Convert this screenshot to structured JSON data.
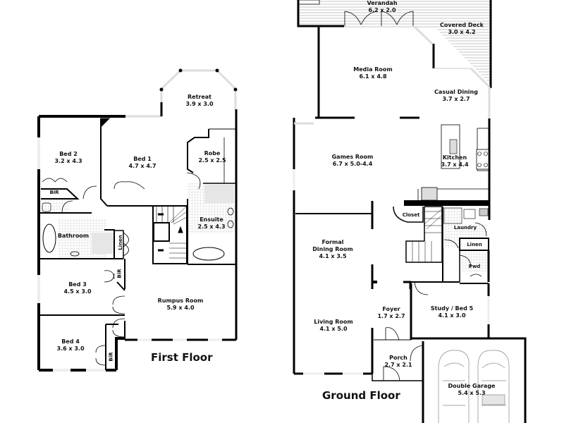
{
  "floors": [
    {
      "title": "First Floor",
      "rooms": [
        {
          "name": "Retreat",
          "dims": "3.9 x 3.0"
        },
        {
          "name": "Bed 2",
          "dims": "3.2 x 4.3"
        },
        {
          "name": "Bed 1",
          "dims": "4.7 x 4.7"
        },
        {
          "name": "Robe",
          "dims": "2.5 x 2.5"
        },
        {
          "name": "Ensuite",
          "dims": "2.5 x 4.3"
        },
        {
          "name": "Bathroom",
          "dims": ""
        },
        {
          "name": "Bed 3",
          "dims": "4.5 x 3.0"
        },
        {
          "name": "Rumpus Room",
          "dims": "5.9 x 4.0"
        },
        {
          "name": "Bed 4",
          "dims": "3.6 x 3.0"
        }
      ],
      "small_labels": [
        "BiR",
        "Linen",
        "BiR",
        "BiR"
      ]
    },
    {
      "title": "Ground Floor",
      "rooms": [
        {
          "name": "Verandah",
          "dims": "6.2 x 2.0"
        },
        {
          "name": "Covered Deck",
          "dims": "3.0 x 4.2"
        },
        {
          "name": "Media Room",
          "dims": "6.1 x 4.8"
        },
        {
          "name": "Casual Dining",
          "dims": "3.7 x 2.7"
        },
        {
          "name": "Games Room",
          "dims": "6.7 x 5.0-4.4"
        },
        {
          "name": "Kitchen",
          "dims": "3.7 x 4.4"
        },
        {
          "name": "Formal Dining Room",
          "dims": "4.1 x 3.5",
          "line1": "Formal",
          "line2": "Dining Room"
        },
        {
          "name": "Living Room",
          "dims": "4.1 x 5.0"
        },
        {
          "name": "Foyer",
          "dims": "1.7 x 2.7"
        },
        {
          "name": "Study / Bed 5",
          "dims": "4.1 x 3.0"
        },
        {
          "name": "Porch",
          "dims": "2.7 x 2.1"
        },
        {
          "name": "Double Garage",
          "dims": "5.4 x 5.3"
        }
      ],
      "small_labels": [
        "Closet",
        "Laundry",
        "Linen",
        "Pwd"
      ]
    }
  ],
  "colors": {
    "wall": "#000000",
    "background": "#ffffff",
    "tile": "#cccccc",
    "deck": "#999999",
    "text": "#111111"
  }
}
